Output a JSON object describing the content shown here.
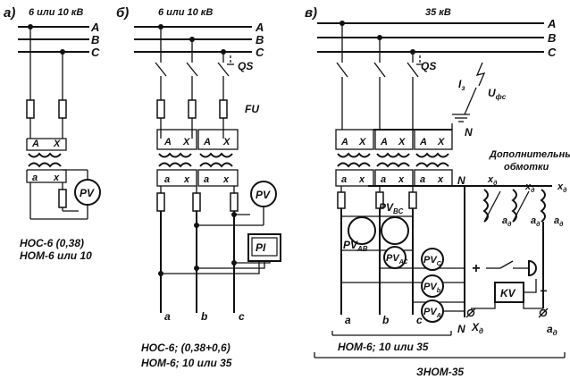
{
  "panel_a": {
    "label": "а)",
    "voltage": "6 или 10 кВ",
    "phases": [
      "A",
      "B",
      "C"
    ],
    "primary_terminals": [
      "A",
      "X"
    ],
    "secondary_terminals": [
      "a",
      "x"
    ],
    "meter": "PV",
    "caption_1": "НОС-6 (0,38)",
    "caption_2": "НОМ-6 или 10"
  },
  "panel_b": {
    "label": "б)",
    "voltage": "6 или 10 кВ",
    "phases": [
      "A",
      "B",
      "C"
    ],
    "switch": "QS",
    "fuse": "FU",
    "primary_terminals": [
      "A",
      "X",
      "A",
      "X"
    ],
    "secondary_terminals": [
      "a",
      "x",
      "a",
      "x"
    ],
    "meter": "PV",
    "meter_2": "PI",
    "bus_labels": [
      "a",
      "b",
      "c"
    ],
    "caption_1": "НОС-6; (0,38+0,6)",
    "caption_2": "НОМ-6; 10 или 35"
  },
  "panel_c": {
    "label": "в)",
    "voltage": "35 кВ",
    "phases": [
      "A",
      "B",
      "C"
    ],
    "switch": "QS",
    "current_label": "I",
    "current_sub": "з",
    "voltage_label": "U",
    "voltage_sub": "фс",
    "neutral_label": "N",
    "primary_terminals": [
      "A",
      "X",
      "A",
      "X",
      "A",
      "X"
    ],
    "secondary_terminals": [
      "a",
      "x",
      "a",
      "x",
      "a",
      "x"
    ],
    "additional_windings_1": "Дополнительные",
    "additional_windings_2": "обмотки",
    "winding_x": "x",
    "winding_x_sub": "д",
    "winding_a": "a",
    "winding_a_sub": "д",
    "meters": [
      "PV",
      "PV",
      "PV",
      "PV",
      "PV",
      "PV"
    ],
    "meter_subs": [
      "АВ",
      "ВС",
      "АС",
      "С",
      "b",
      "А"
    ],
    "relay": "KV",
    "plus": "+",
    "minus": "−",
    "bus_labels": [
      "a",
      "b",
      "c",
      "N"
    ],
    "out_x": "X",
    "out_x_sub": "д",
    "out_a": "a",
    "out_a_sub": "д",
    "caption_1": "НОМ-6; 10 или 35",
    "caption_2": "ЗНОМ-35"
  }
}
